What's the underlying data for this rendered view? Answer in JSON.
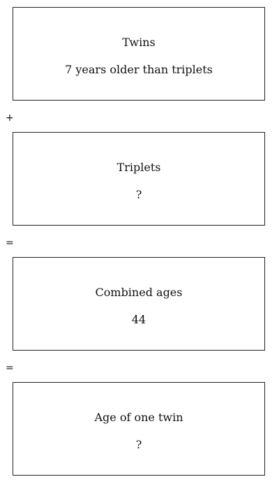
{
  "boxes": [
    {
      "title": "Twins",
      "value": "7 years older than triplets"
    },
    {
      "title": "Triplets",
      "value": "?"
    },
    {
      "title": "Combined ages",
      "value": "44"
    },
    {
      "title": "Age of one twin",
      "value": "?"
    }
  ],
  "operators": [
    "+",
    "=",
    "="
  ]
}
